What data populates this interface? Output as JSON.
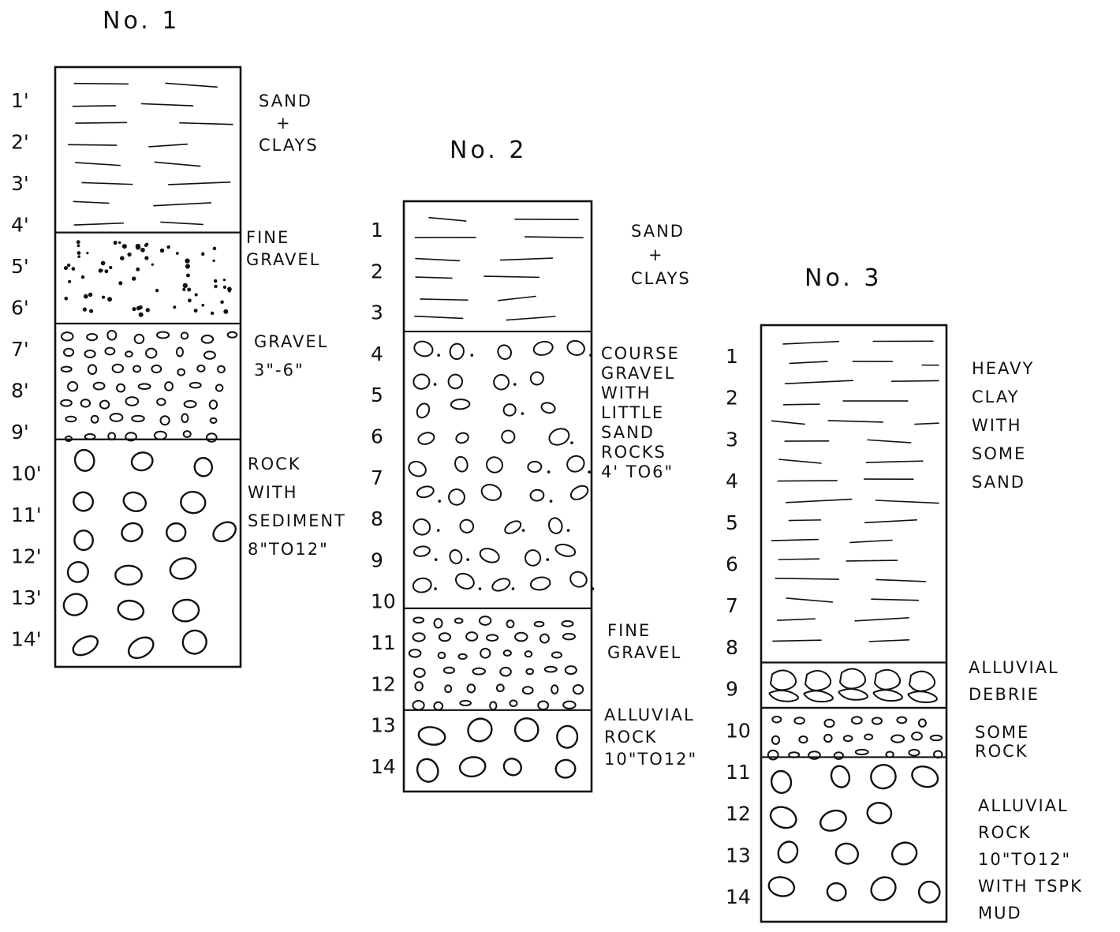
{
  "logs": [
    {
      "title": "No. 1",
      "depth_labels": [
        "1'",
        "2'",
        "3'",
        "4'",
        "5'",
        "6'",
        "7'",
        "8'",
        "9'",
        "10'",
        "11'",
        "12'",
        "13'",
        "14'"
      ],
      "layers": [
        {
          "from": 0,
          "to": 4,
          "pattern": "hatch",
          "label": [
            "SAND",
            "+",
            "CLAYS"
          ]
        },
        {
          "from": 4,
          "to": 6.2,
          "pattern": "dots",
          "label": [
            "FINE",
            "GRAVEL"
          ]
        },
        {
          "from": 6.2,
          "to": 9,
          "pattern": "pebbles",
          "label": [
            "GRAVEL",
            "3\"-6\""
          ]
        },
        {
          "from": 9,
          "to": 14.5,
          "pattern": "rocks",
          "label": [
            "ROCK",
            "WITH",
            "SEDIMENT",
            "8\"TO12\""
          ]
        }
      ]
    },
    {
      "title": "No. 2",
      "depth_labels": [
        "1",
        "2",
        "3",
        "4",
        "5",
        "6",
        "7",
        "8",
        "9",
        "10",
        "11",
        "12",
        "13",
        "14"
      ],
      "layers": [
        {
          "from": 0,
          "to": 3.2,
          "pattern": "hatch",
          "label": [
            "SAND",
            "+",
            "CLAYS"
          ]
        },
        {
          "from": 3.2,
          "to": 10,
          "pattern": "coarse",
          "label": [
            "COURSE",
            "GRAVEL",
            "WITH",
            "LITTLE",
            "SAND",
            "ROCKS",
            "4' TO6\""
          ]
        },
        {
          "from": 10,
          "to": 12.5,
          "pattern": "pebbles",
          "label": [
            "FINE",
            "GRAVEL"
          ]
        },
        {
          "from": 12.5,
          "to": 14.5,
          "pattern": "rocks",
          "label": [
            "ALLUVIAL",
            "ROCK",
            "10\"TO12\""
          ]
        }
      ]
    },
    {
      "title": "No. 3",
      "depth_labels": [
        "1",
        "2",
        "3",
        "4",
        "5",
        "6",
        "7",
        "8",
        "9",
        "10",
        "11",
        "12",
        "13",
        "14"
      ],
      "layers": [
        {
          "from": 0,
          "to": 8.2,
          "pattern": "hatch",
          "label": [
            "HEAVY",
            "CLAY",
            "WITH",
            "SOME",
            "SAND"
          ]
        },
        {
          "from": 8.2,
          "to": 9.3,
          "pattern": "debris",
          "label": [
            "ALLUVIAL",
            "DEBRIE"
          ]
        },
        {
          "from": 9.3,
          "to": 10.5,
          "pattern": "pebbles",
          "label": [
            "SOME",
            "ROCK"
          ]
        },
        {
          "from": 10.5,
          "to": 14.5,
          "pattern": "rocks",
          "label": [
            "ALLUVIAL",
            "ROCK",
            "10\"TO12\"",
            "WITH TSPK",
            "MUD"
          ]
        }
      ]
    }
  ]
}
